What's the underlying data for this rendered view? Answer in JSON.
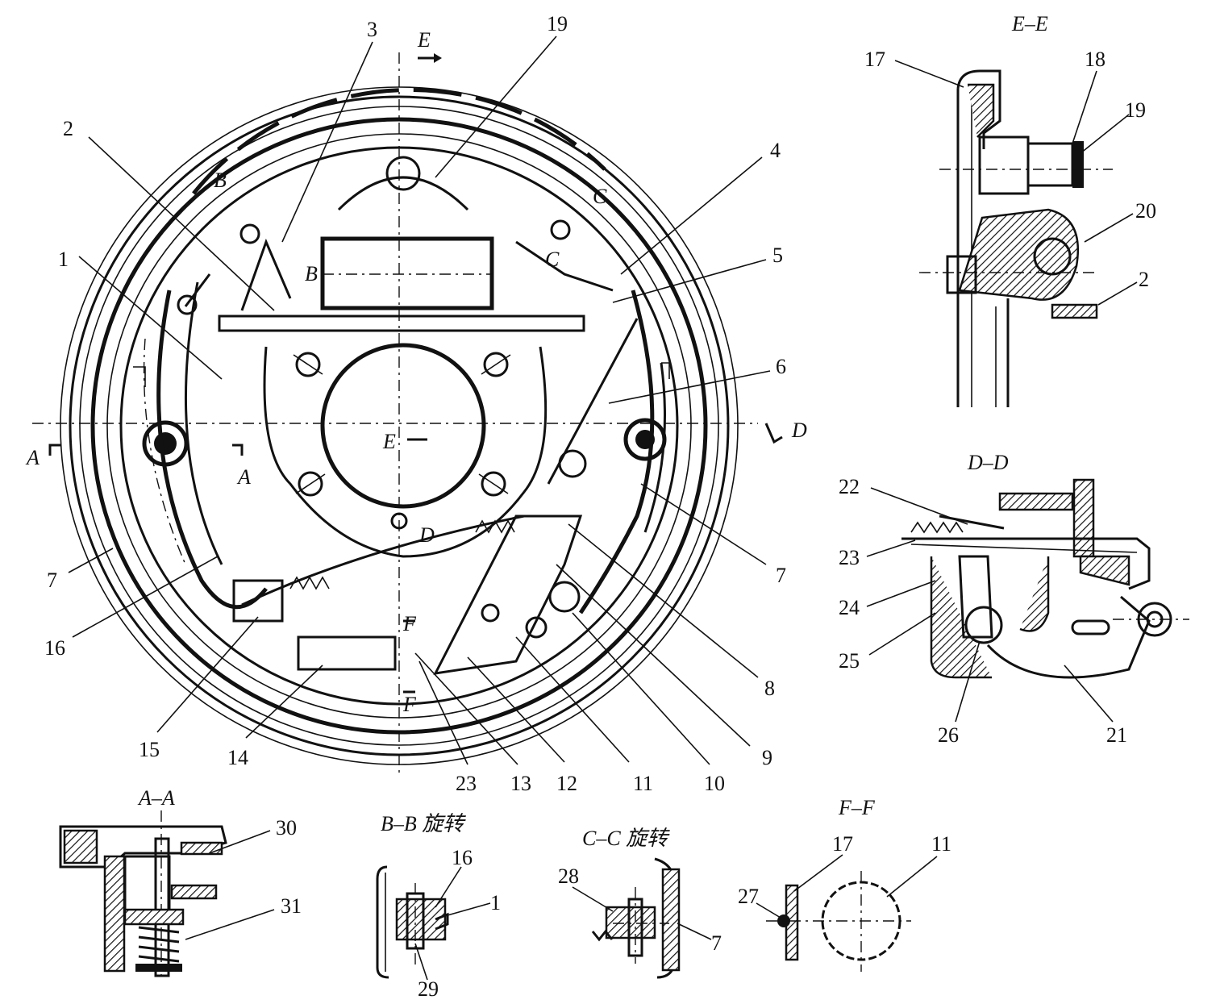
{
  "section_titles": {
    "ee": "E–E",
    "dd": "D–D",
    "aa": "A–A",
    "bb": "B–B 旋转",
    "cc": "C–C 旋转",
    "ff": "F–F"
  },
  "section_marks": {
    "e_top": "E",
    "e_mid": "E",
    "d_right": "D",
    "d_mid": "D",
    "a_left": "A",
    "a_right": "A",
    "b_top": "B",
    "b_mid": "B",
    "c_top": "C",
    "c_mid": "C",
    "f_top": "F",
    "f_bot": "F"
  },
  "main_labels": {
    "l1": "1",
    "l2": "2",
    "l3": "3",
    "l4": "4",
    "l5": "5",
    "l6": "6",
    "l7a": "7",
    "l7b": "7",
    "l8": "8",
    "l9": "9",
    "l10": "10",
    "l11": "11",
    "l12": "12",
    "l13": "13",
    "l14": "14",
    "l15": "15",
    "l16": "16",
    "l19": "19",
    "l23": "23"
  },
  "ee_labels": {
    "l17": "17",
    "l18": "18",
    "l19": "19",
    "l20": "20",
    "l2": "2"
  },
  "dd_labels": {
    "l22": "22",
    "l23": "23",
    "l24": "24",
    "l25": "25",
    "l26": "26",
    "l21": "21"
  },
  "aa_labels": {
    "l30": "30",
    "l31": "31"
  },
  "bb_labels": {
    "l16": "16",
    "l1": "1",
    "l29": "29"
  },
  "cc_labels": {
    "l28": "28",
    "l7": "7"
  },
  "ff_labels": {
    "l17": "17",
    "l11": "11",
    "l27": "27"
  }
}
